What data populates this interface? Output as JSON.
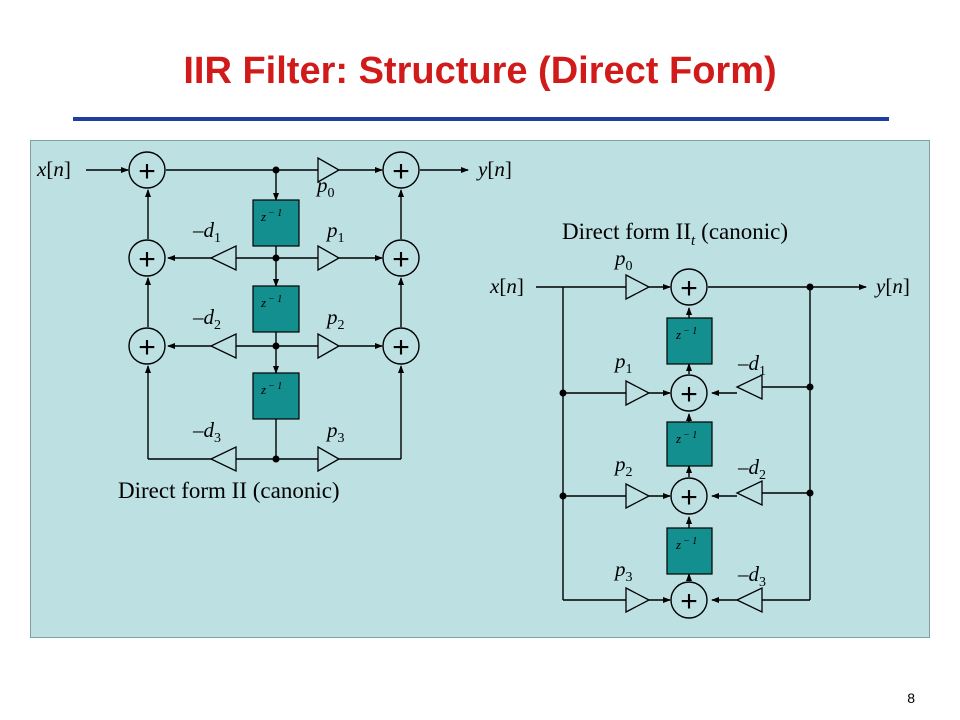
{
  "slide": {
    "title": "IIR Filter: Structure (Direct Form)",
    "page_number": "8"
  },
  "colors": {
    "title": "#d11b1b",
    "rule": "#1f3f9e",
    "panel": "#bde0e3",
    "delay_block": "#148f8f"
  },
  "common": {
    "adder_symbol": "+",
    "delay_base": "z",
    "delay_exp": "− 1",
    "input_name": "x",
    "output_name": "y",
    "index": "n",
    "bracket_open": "[",
    "bracket_close": "]",
    "minus": "–",
    "coef_p": "p",
    "coef_d": "d",
    "transposed_sub": "t"
  },
  "form2": {
    "caption": "Direct form II (canonic)",
    "feedforward": [
      "0",
      "1",
      "2",
      "3"
    ],
    "feedback": [
      "1",
      "2",
      "3"
    ]
  },
  "form2t": {
    "caption_prefix": "Direct form II",
    "caption_suffix": "(canonic)",
    "feedforward": [
      "0",
      "1",
      "2",
      "3"
    ],
    "feedback": [
      "1",
      "2",
      "3"
    ]
  }
}
